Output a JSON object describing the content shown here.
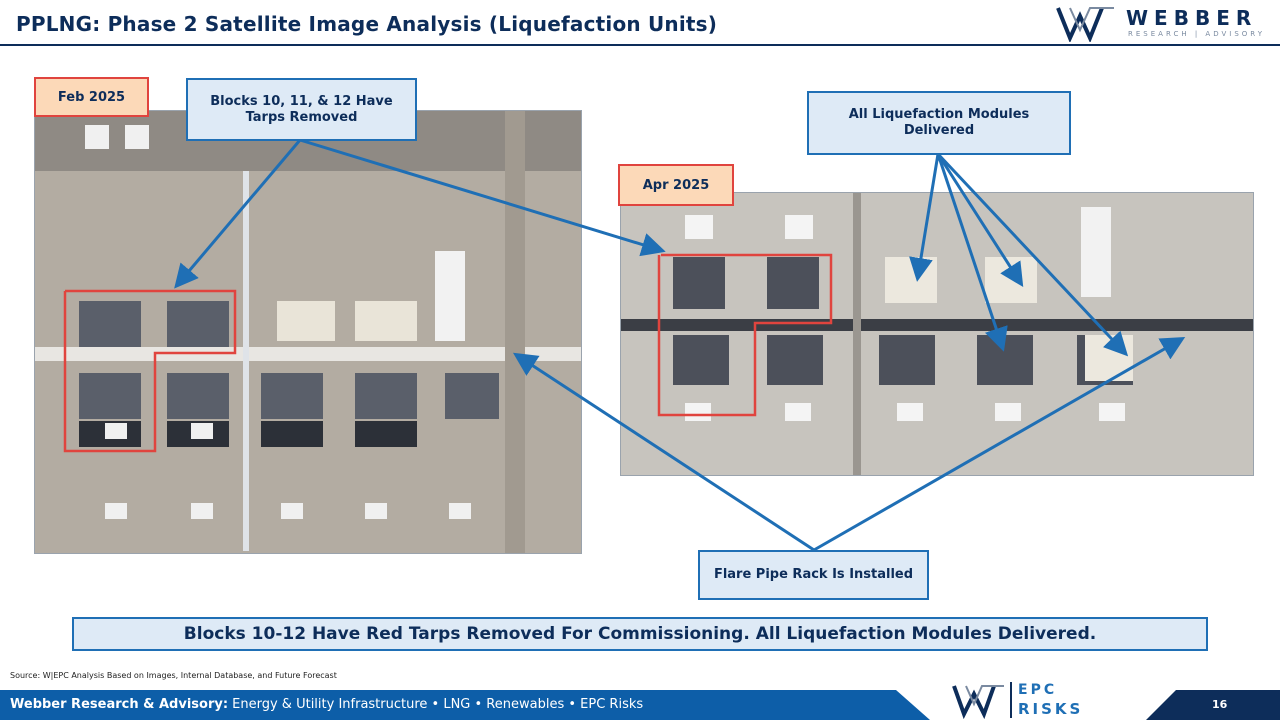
{
  "header": {
    "title": "PPLNG: Phase 2 Satellite Image Analysis (Liquefaction Units)",
    "logo_word": "WEBBER",
    "logo_sub": "RESEARCH | ADVISORY"
  },
  "images": {
    "left_date": "Feb 2025",
    "right_date": "Apr 2025"
  },
  "callouts": {
    "tarps": "Blocks 10, 11, & 12 Have Tarps Removed",
    "modules": "All Liquefaction Modules Delivered",
    "flare": "Flare Pipe Rack Is Installed"
  },
  "banner": "Blocks 10-12 Have Red Tarps Removed For Commissioning. All Liquefaction Modules Delivered.",
  "source": "Source: W|EPC Analysis Based on Images, Internal Database, and Future Forecast",
  "footer": {
    "brand": "Webber Research & Advisory:",
    "tagline": " Energy & Utility Infrastructure • LNG • Renewables • EPC Risks",
    "epc_top": "EPC",
    "epc_bottom": "RISKS",
    "page": "16"
  },
  "colors": {
    "navy": "#0d2d5a",
    "callout_border": "#1f6fb5",
    "callout_fill": "#deeaf6",
    "tag_fill": "#fcd9b8",
    "highlight_red": "#e0443e"
  }
}
